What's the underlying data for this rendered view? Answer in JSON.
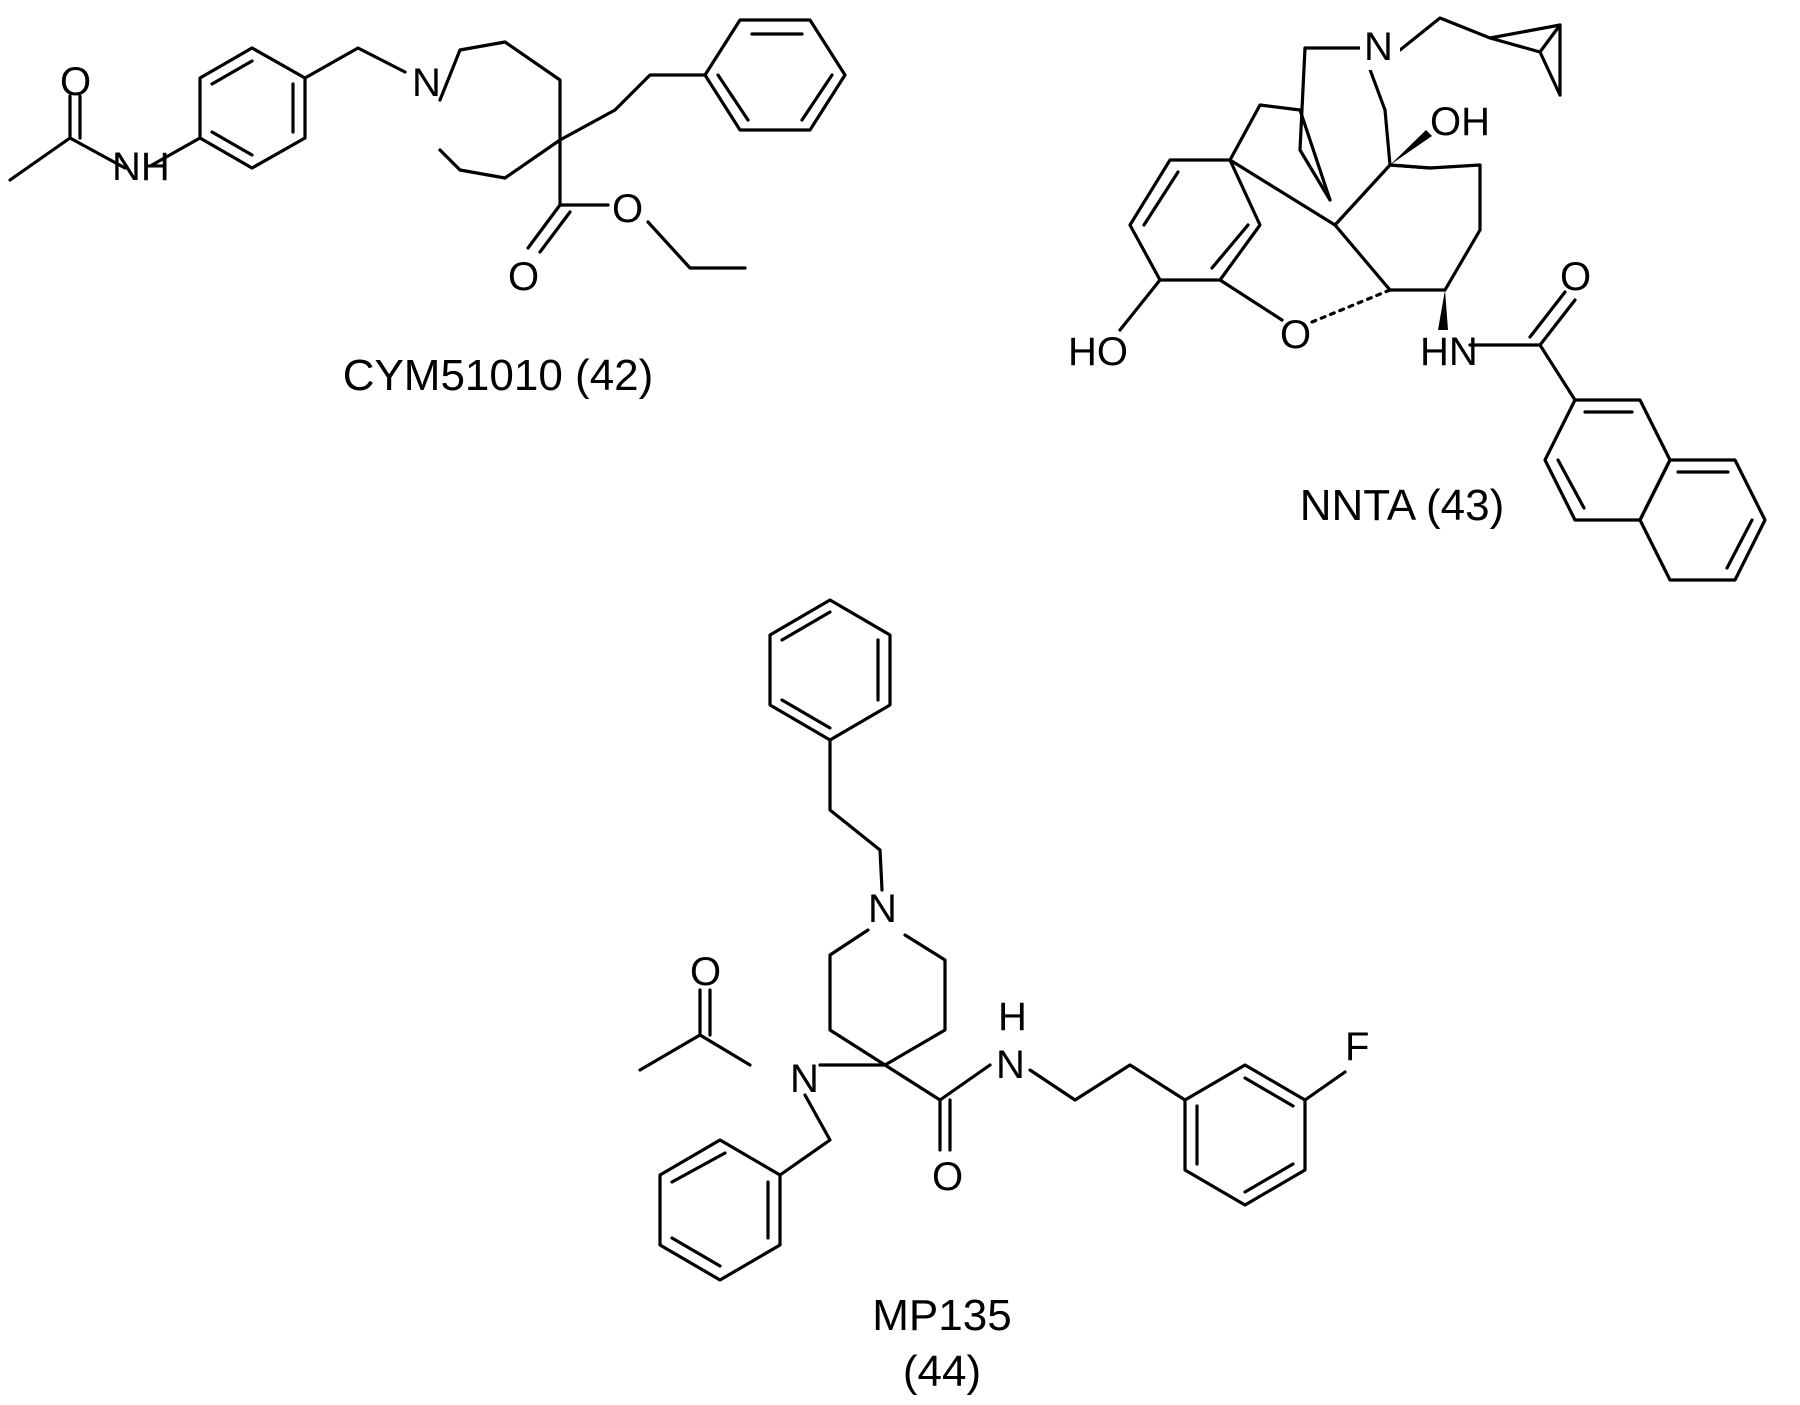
{
  "compounds": [
    {
      "name": "CYM51010 (42)"
    },
    {
      "name": "NNTA (43)"
    },
    {
      "name": "MP135",
      "number": "(44)"
    }
  ],
  "atoms": {
    "c42": {
      "o_amide": "O",
      "nh_amide": "NH",
      "n_pip": "N",
      "o_carbonyl": "O",
      "o_ester": "O"
    },
    "c43": {
      "n": "N",
      "oh_top": "OH",
      "ho_left": "HO",
      "o_ring": "O",
      "hn": "HN",
      "o_amide": "O"
    },
    "c44": {
      "n_pip": "N",
      "o_prop": "O",
      "n_amide": "N",
      "h": "H",
      "n_h": "N",
      "o_carb": "O",
      "f": "F"
    }
  }
}
